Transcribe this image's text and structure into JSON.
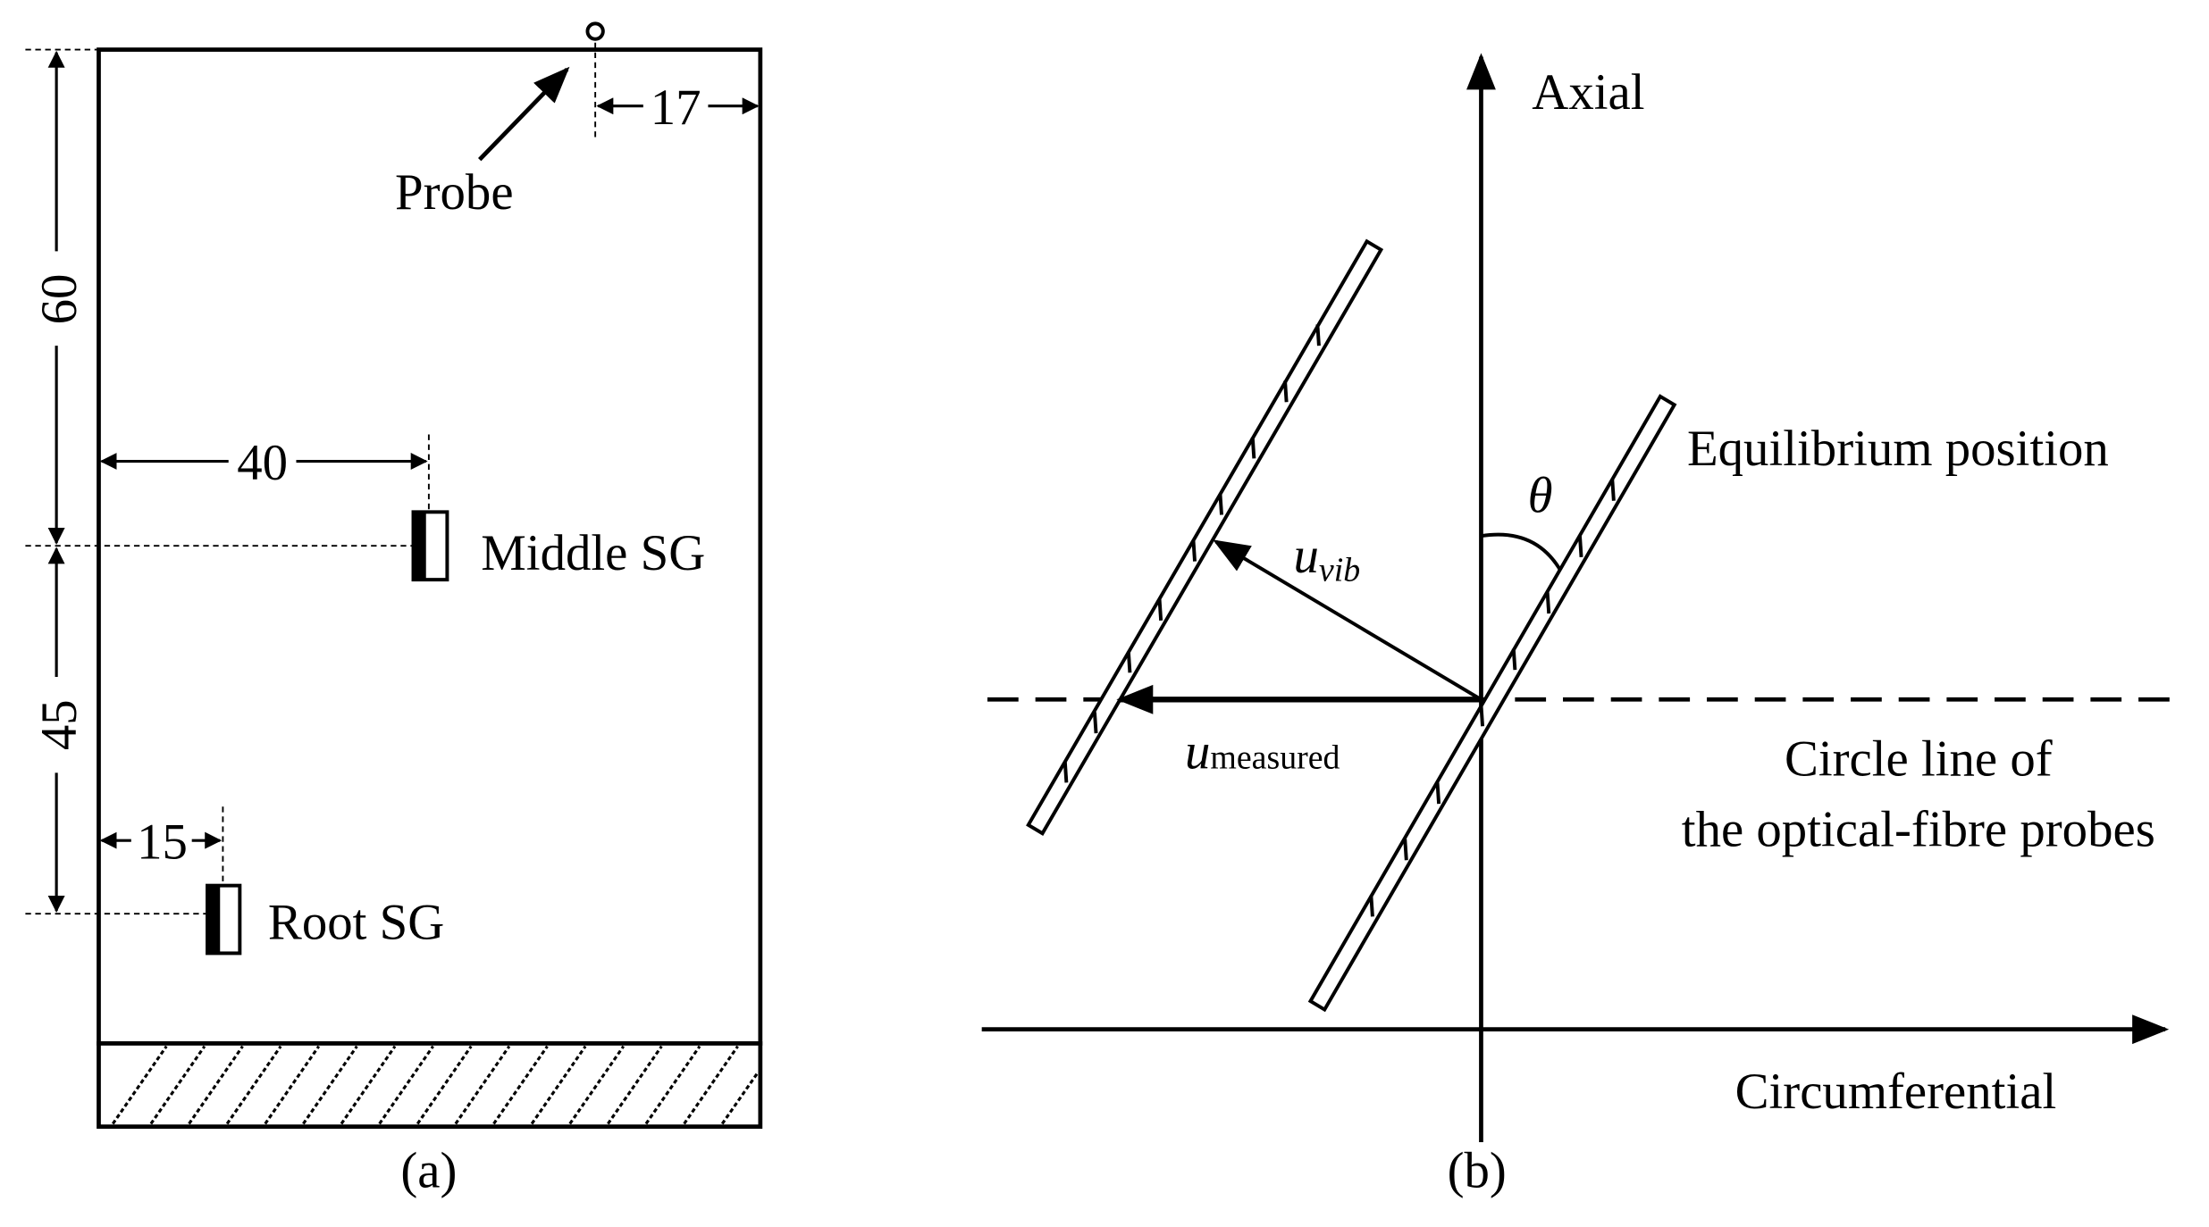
{
  "panel_a": {
    "caption": "(a)",
    "probe_label": "Probe",
    "middle_sg_label": "Middle SG",
    "root_sg_label": "Root SG",
    "dimensions": {
      "probe_to_edge": "17",
      "tip_to_middle": "60",
      "middle_to_root": "45",
      "middle_sg_offset": "40",
      "root_sg_offset": "15"
    }
  },
  "panel_b": {
    "caption": "(b)",
    "axial_label": "Axial",
    "circumferential_label": "Circumferential",
    "equilibrium_label": "Equilibrium position",
    "angle_label": "θ",
    "u_vib_base": "u",
    "u_vib_sub": "vib",
    "u_meas_base": "u",
    "u_meas_sub": "measured",
    "circle_line_label_1": "Circle line of",
    "circle_line_label_2": "the optical-fibre probes"
  }
}
